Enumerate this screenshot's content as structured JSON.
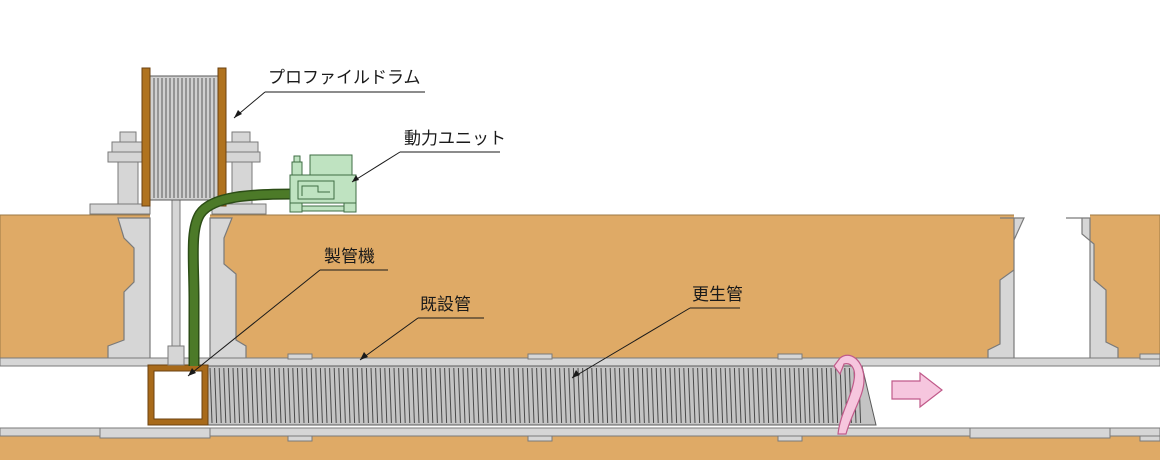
{
  "labels": {
    "profile_drum": "プロファイルドラム",
    "power_unit": "動力ユニット",
    "pipe_machine": "製管機",
    "existing_pipe": "既設管",
    "renewed_pipe": "更生管"
  },
  "colors": {
    "soil": "#dfaa66",
    "soil_edge": "#9c7a45",
    "concrete": "#d6d6d6",
    "concrete_edge": "#7a7a7a",
    "pipe_machine_frame": "#a86a1a",
    "drum_flange": "#b0731f",
    "hose": "#4c7a28",
    "power_unit": "#bfe3c1",
    "renewed_pipe_fill": "#c4c4c4",
    "arrow_pink": "#f6c6de"
  },
  "icons": {
    "direction": "right-arrow-icon",
    "rotation": "rotation-arrow-icon"
  }
}
